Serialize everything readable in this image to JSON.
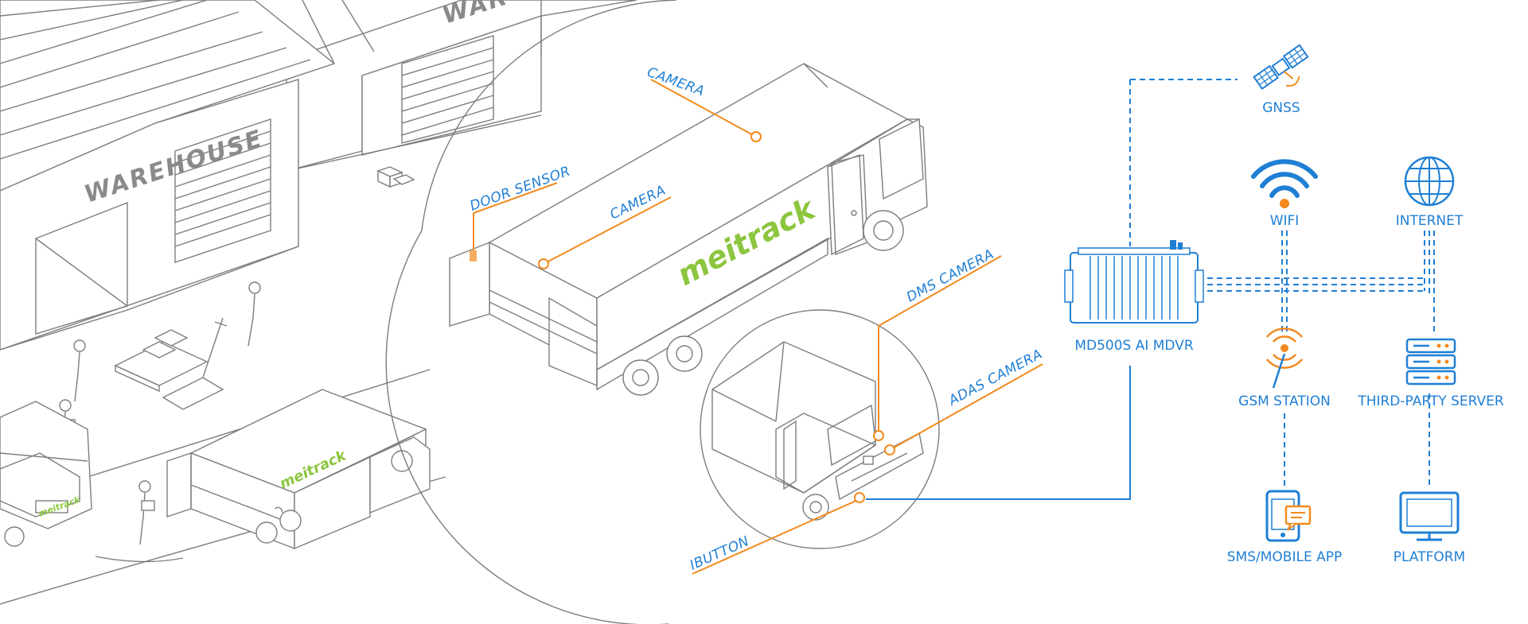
{
  "scene": {
    "warehouse_label": "WAREHOUSE",
    "warehouse_label_2": "WAR",
    "brand": "meitrack"
  },
  "truck_labels": {
    "camera_top": "CAMERA",
    "door_sensor": "DOOR SENSOR",
    "camera_side": "CAMERA",
    "dms_camera": "DMS CAMERA",
    "adas_camera": "ADAS CAMERA",
    "ibutton": "IBUTTON"
  },
  "network": {
    "device": "MD500S AI MDVR",
    "gnss": "GNSS",
    "wifi": "WIFI",
    "internet": "INTERNET",
    "gsm_station": "GSM STATION",
    "third_party_server": "THIRD-PARTY SERVER",
    "sms_mobile_app": "SMS/MOBILE APP",
    "platform": "PLATFORM"
  },
  "colors": {
    "accent_blue": "#1f7fd4",
    "accent_orange": "#f28a1e",
    "line_gray": "#7d7d7d",
    "brand_green": "#8cc63f"
  },
  "icons": [
    "satellite-icon",
    "wifi-icon",
    "globe-icon",
    "mdvr-device-icon",
    "cell-tower-icon",
    "server-icon",
    "mobile-phone-icon",
    "monitor-icon"
  ]
}
